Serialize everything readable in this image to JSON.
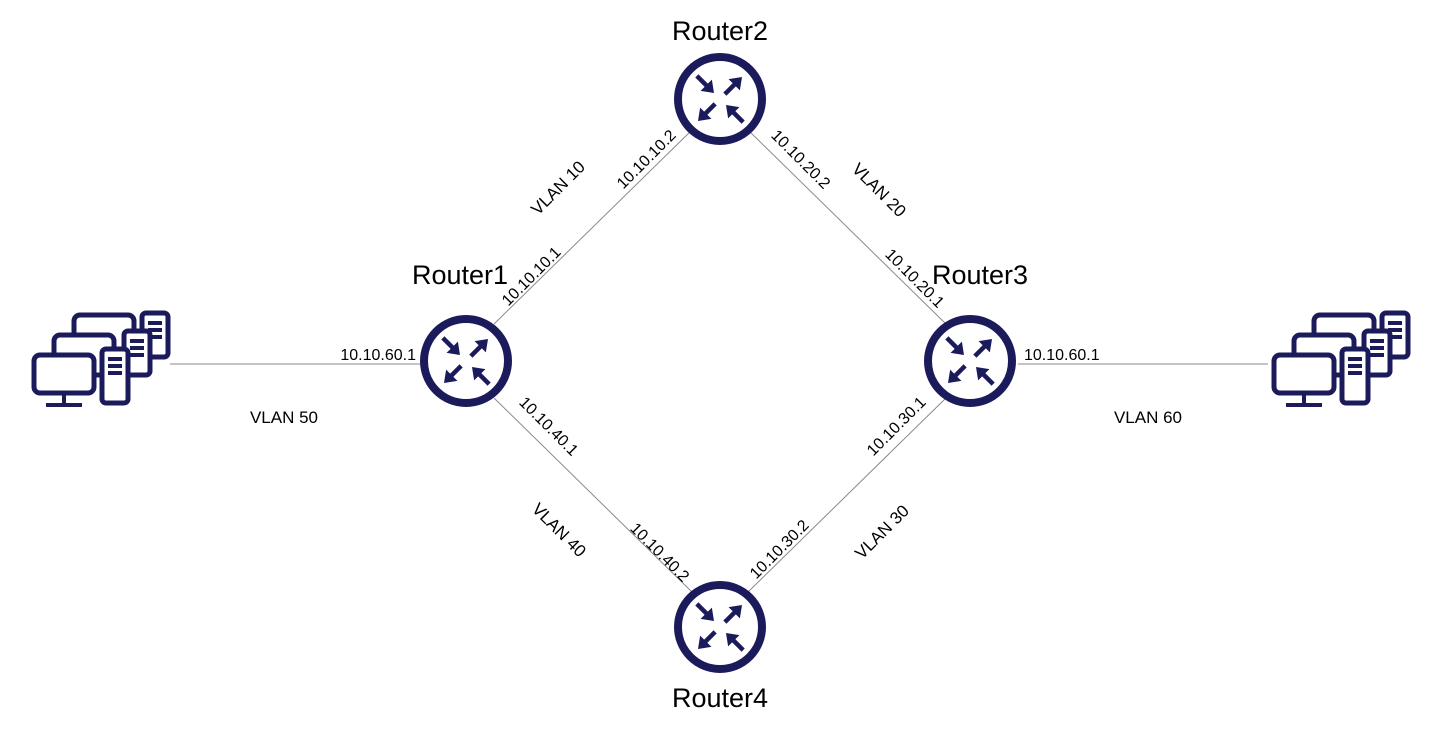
{
  "colors": {
    "icon": "#1b1b5c",
    "link": "#8a8a8a",
    "text": "#000000",
    "background": "#ffffff"
  },
  "routers": {
    "r1": {
      "label": "Router1",
      "icon": "router-icon"
    },
    "r2": {
      "label": "Router2",
      "icon": "router-icon"
    },
    "r3": {
      "label": "Router3",
      "icon": "router-icon"
    },
    "r4": {
      "label": "Router4",
      "icon": "router-icon"
    }
  },
  "endpoints": {
    "left": {
      "icon": "workstation-cluster-icon"
    },
    "right": {
      "icon": "workstation-cluster-icon"
    }
  },
  "links": {
    "r1_r2": {
      "vlan": "VLAN 10",
      "ip_a": "10.10.10.1",
      "ip_b": "10.10.10.2"
    },
    "r2_r3": {
      "vlan": "VLAN 20",
      "ip_a": "10.10.20.2",
      "ip_b": "10.10.20.1"
    },
    "r3_r4": {
      "vlan": "VLAN 30",
      "ip_a": "10.10.30.1",
      "ip_b": "10.10.30.2"
    },
    "r1_r4": {
      "vlan": "VLAN 40",
      "ip_a": "10.10.40.1",
      "ip_b": "10.10.40.2"
    },
    "left_r1": {
      "vlan": "VLAN 50",
      "ip": "10.10.60.1"
    },
    "r3_right": {
      "vlan": "VLAN 60",
      "ip": "10.10.60.1"
    }
  }
}
